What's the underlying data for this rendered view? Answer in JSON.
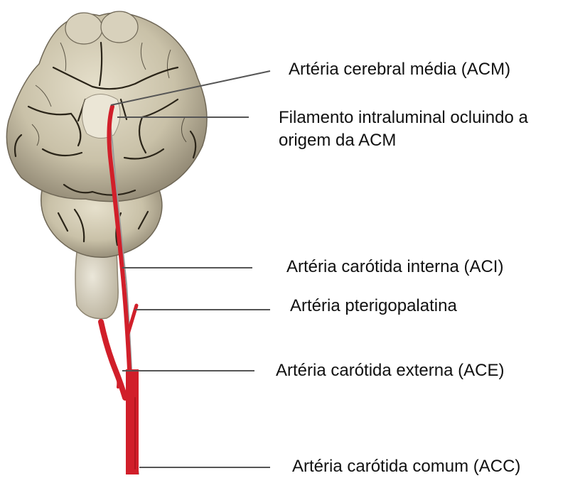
{
  "labels": {
    "acm": "Artéria cerebral média (ACM)",
    "filament_line1": "Filamento intraluminal ocluindo a",
    "filament_line2": "origem da ACM",
    "aci": "Artéria carótida interna (ACI)",
    "pterigopalatina": "Artéria pterigopalatina",
    "ace": "Artéria carótida externa (ACE)",
    "acc": "Artéria carótida comum (ACC)"
  },
  "colors": {
    "brain_fill": "#cfc8b2",
    "brain_shadow": "#8d8470",
    "sulcus": "#2a2418",
    "artery": "#d11f2a",
    "artery_dark": "#9e1018",
    "leader_line": "#555555",
    "filament": "#9a9a9a"
  }
}
